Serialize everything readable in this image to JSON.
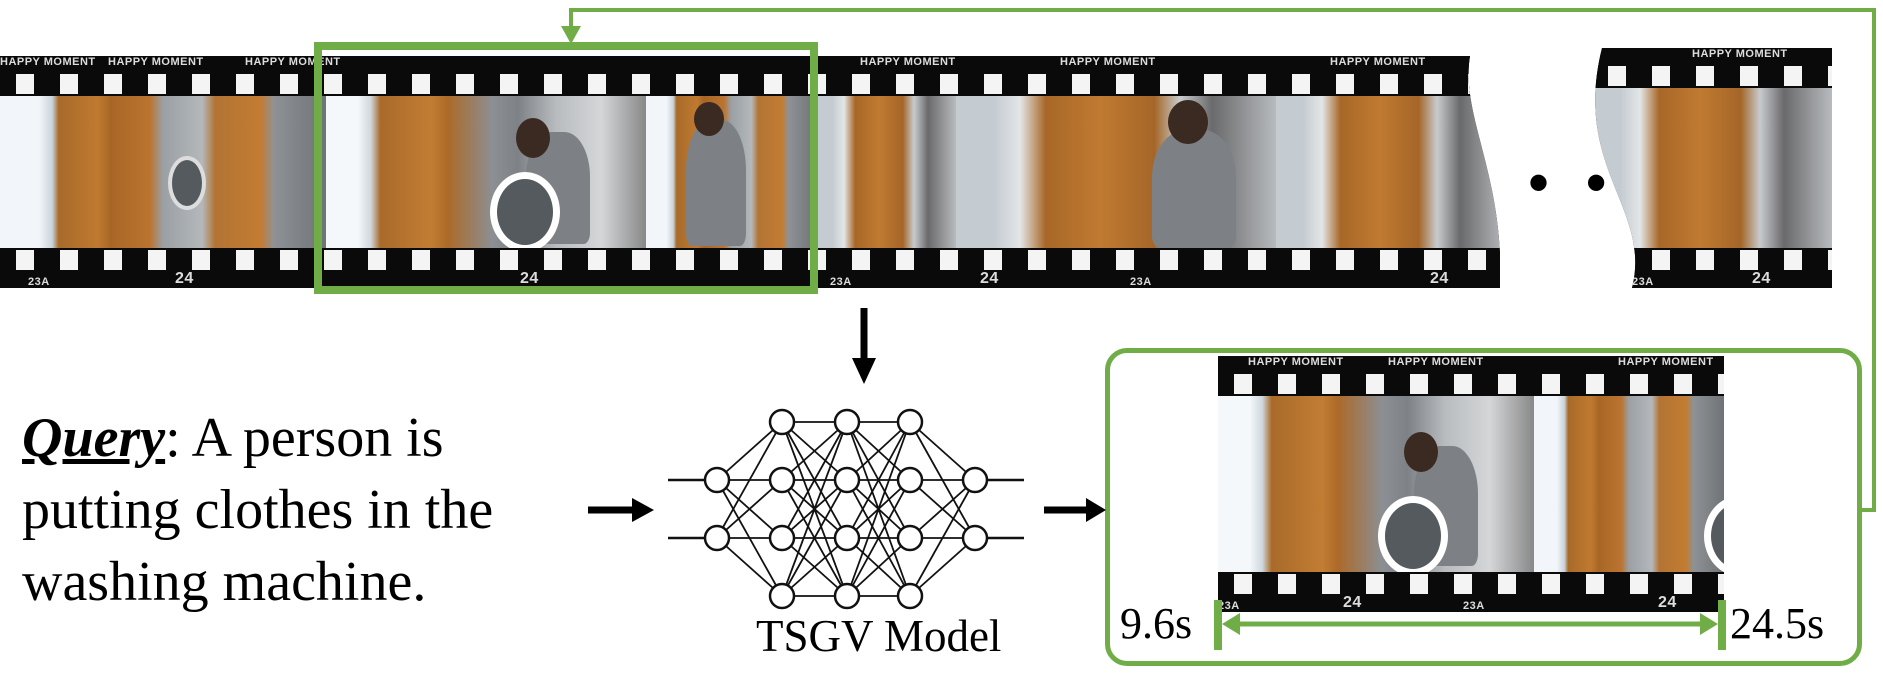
{
  "figure": {
    "film_strip": {
      "header_text": "HAPPY MOMENT",
      "frame_number": "24",
      "edge_code": "23A",
      "ellipsis": "• • •"
    },
    "query": {
      "label": "Query",
      "separator": ":",
      "lines": [
        "A person is",
        "putting clothes in the",
        "washing machine."
      ]
    },
    "model": {
      "label": "TSGV Model"
    },
    "result": {
      "start_time": "9.6s",
      "end_time": "24.5s"
    },
    "colors": {
      "accent_green": "#70ad47",
      "arrow_black": "#000000"
    }
  }
}
